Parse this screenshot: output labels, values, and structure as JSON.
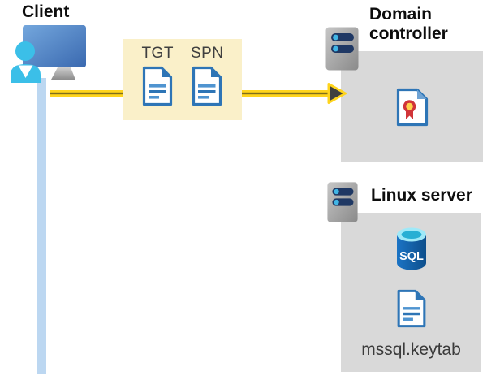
{
  "client": {
    "label": "Client"
  },
  "credentials_box": {
    "tgt_label": "TGT",
    "spn_label": "SPN"
  },
  "domain_controller": {
    "label": "Domain controller"
  },
  "linux_server": {
    "label": "Linux server",
    "sql_icon_label": "SQL",
    "keytab_label": "mssql.keytab"
  },
  "colors": {
    "credentials_box_bg": "#FAF0C9",
    "server_box_bg": "#D9D9D9",
    "arrow_yellow": "#FFD41C",
    "arrow_core": "#7F6E1B",
    "arrowhead_dark": "#3F3F3F",
    "document_blue": "#2E75B6",
    "server_pill_navy": "#1F3864",
    "server_dot_cyan": "#41B6E6",
    "lifeline_blue": "#BCD7F1",
    "person_cyan": "#3BBFE8",
    "monitor_blue": "#4A7DC4",
    "certificate_red": "#D13438",
    "certificate_gold": "#FFD24C",
    "sql_body_blue": "#1B74C5",
    "sql_top_cyan": "#9FE9F8"
  }
}
